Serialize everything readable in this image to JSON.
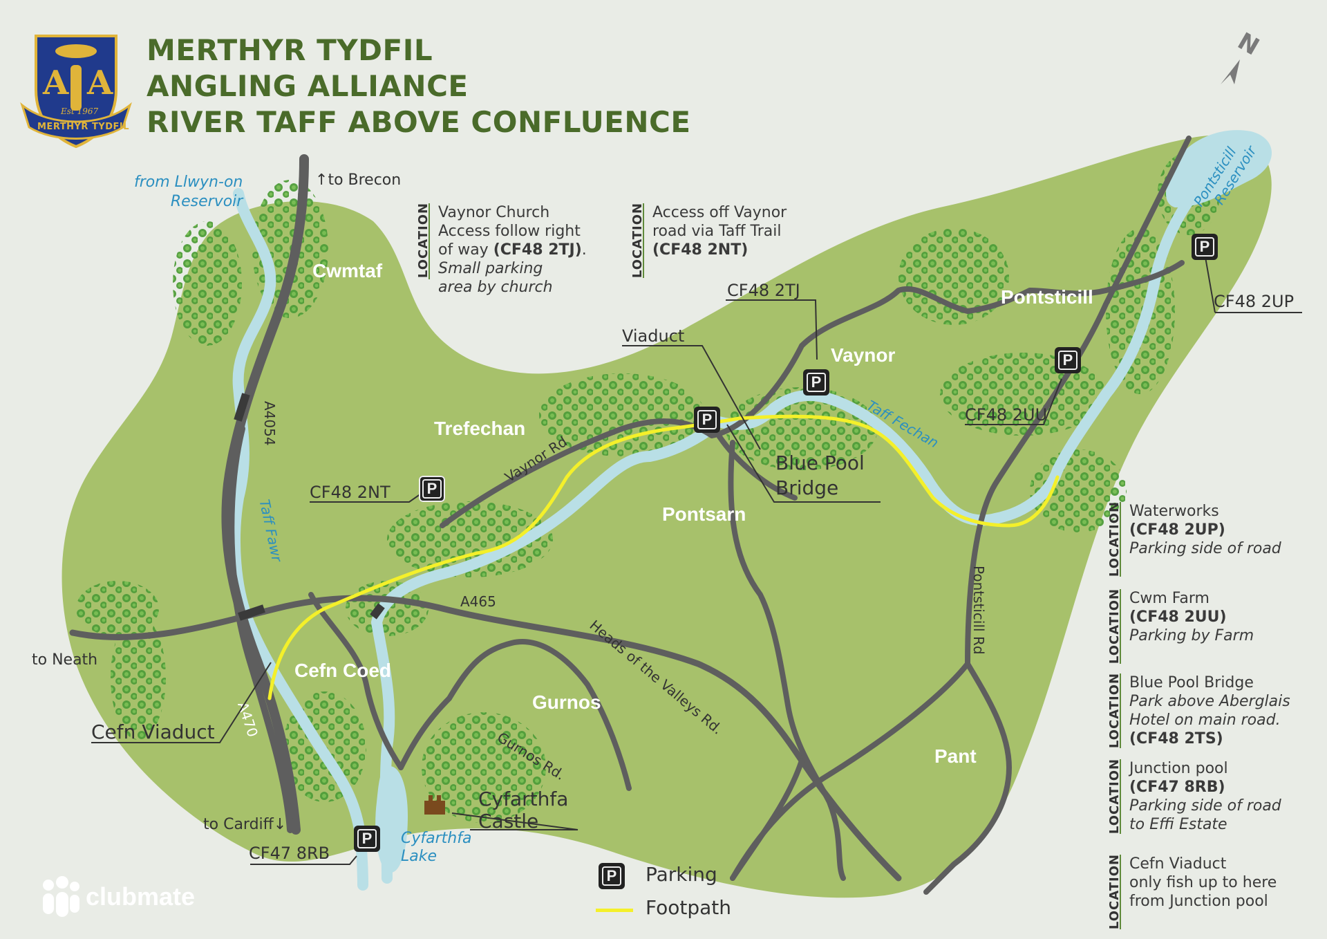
{
  "title": {
    "line1": "MERTHYR TYDFIL",
    "line2": "ANGLING ALLIANCE",
    "line3": "RIVER TAFF ABOVE CONFLUENCE"
  },
  "logo": {
    "letters_left": "A",
    "letters_right": "A",
    "est": "Est 1967",
    "banner": "MERTHYR TYDFIL"
  },
  "colors": {
    "land": "#a7c16b",
    "background": "#e9ece6",
    "river": "#b9dfe6",
    "road": "#5e5e5e",
    "trees": "#4f9d3a",
    "footpath": "#f4f02a",
    "title": "#4a6b2a",
    "water_label": "#2b8fc0"
  },
  "places": {
    "cwmtaf": "Cwmtaf",
    "trefechan": "Trefechan",
    "vaynor": "Vaynor",
    "pontsticill": "Pontsticill",
    "pontsarn": "Pontsarn",
    "cefn_coed": "Cefn Coed",
    "gurnos": "Gurnos",
    "pant": "Pant"
  },
  "roads": {
    "a4054": "A4054",
    "a465": "A465",
    "a470": "A470",
    "vaynor_rd": "Vaynor Rd",
    "heads_valleys": "Heads of the Valleys Rd.",
    "gurnos_rd": "Gurnos Rd.",
    "pontsticill_rd": "Pontsticill Rd"
  },
  "directions": {
    "brecon": "to Brecon",
    "neath": "to Neath",
    "cardiff": "to Cardiff",
    "llwyn_1": "from Llwyn-on",
    "llwyn_2": "Reservoir"
  },
  "water": {
    "taff_fawr": "Taff Fawr",
    "taff_fechan": "Taff Fechan",
    "reservoir_1": "Pontsticill",
    "reservoir_2": "Reservoir",
    "lake_1": "Cyfarthfa",
    "lake_2": "Lake"
  },
  "callouts": {
    "cf48_2nt": "CF48 2NT",
    "cf48_2tj": "CF48 2TJ",
    "viaduct": "Viaduct",
    "blue_pool_1": "Blue Pool",
    "blue_pool_2": "Bridge",
    "cf48_2uu": "CF48 2UU",
    "cf48_2up": "CF48 2UP",
    "cefn_viaduct": "Cefn Viaduct",
    "cf47_8rb": "CF47 8RB",
    "castle_1": "Cyfarthfa",
    "castle_2": "Castle"
  },
  "parking_glyph": "P",
  "location_tag": "LOCATION",
  "notes_top": [
    {
      "l1": "Vaynor Church",
      "l2": "Access follow right",
      "l3a": "of way ",
      "l3b": "(CF48 2TJ)",
      "l3c": ".",
      "l4": "Small parking",
      "l5": "area by church"
    },
    {
      "l1": "Access off Vaynor",
      "l2": "road via Taff Trail",
      "l3": "(CF48 2NT)"
    }
  ],
  "notes_right": [
    {
      "name": "Waterworks",
      "code": "(CF48 2UP)",
      "note1": "Parking side of road"
    },
    {
      "name": "Cwm Farm",
      "code": "(CF48 2UU)",
      "note1": "Parking by Farm"
    },
    {
      "name": "Blue Pool Bridge",
      "note1": "Park above Aberglais",
      "note2": "Hotel on main road.",
      "code": "(CF48 2TS)"
    },
    {
      "name": "Junction pool",
      "code": "(CF47 8RB)",
      "note1": "Parking side of road",
      "note2": "to Effi Estate"
    },
    {
      "name": "Cefn Viaduct",
      "plain1": "only fish up to here",
      "plain2": "from Junction pool"
    }
  ],
  "legend": {
    "parking": "Parking",
    "footpath": "Footpath"
  },
  "compass": "N",
  "brand": "clubmate"
}
